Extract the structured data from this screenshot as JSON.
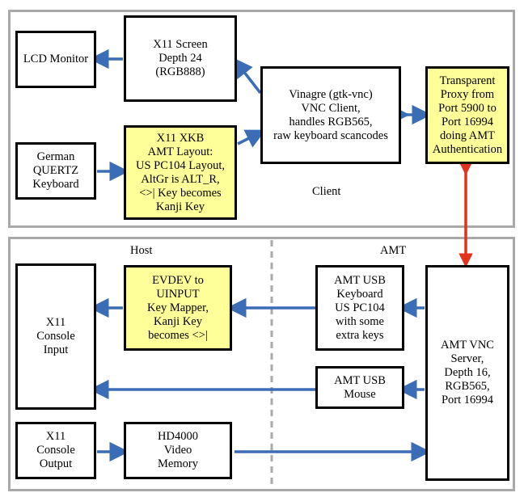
{
  "client": {
    "label": "Client",
    "boxes": {
      "lcd_monitor": "LCD Monitor",
      "x11_screen": "X11 Screen\nDepth 24\n(RGB888)",
      "german_keyboard": "German\nQUERTZ\nKeyboard",
      "x11_xkb": "X11 XKB\nAMT Layout:\nUS PC104 Layout,\nAltGr is ALT_R,\n<>| Key becomes\nKanji Key",
      "vinagre": "Vinagre (gtk-vnc)\nVNC Client,\nhandles RGB565,\nraw keyboard scancodes",
      "proxy": "Transparent\nProxy from\nPort 5900 to\nPort 16994\ndoing AMT\nAuthentication"
    }
  },
  "host": {
    "label": "Host",
    "boxes": {
      "console_input": "X11\nConsole\nInput",
      "evdev": "EVDEV to\nUINPUT\nKey Mapper,\nKanji Key\nbecomes <>|",
      "console_output": "X11\nConsole\nOutput",
      "hd4000": "HD4000\nVideo\nMemory"
    }
  },
  "amt": {
    "label": "AMT",
    "boxes": {
      "usb_keyboard": "AMT USB\nKeyboard\nUS PC104\nwith some\nextra keys",
      "usb_mouse": "AMT USB\nMouse",
      "vnc_server": "AMT VNC\nServer,\nDepth 16,\nRGB565,\nPort 16994"
    }
  },
  "colors": {
    "panel_border": "#a9a9a9",
    "highlight_fill": "#ffff99",
    "arrow_blue": "#3a6db5",
    "arrow_red": "#e0321e",
    "divider": "#a9a9a9"
  }
}
